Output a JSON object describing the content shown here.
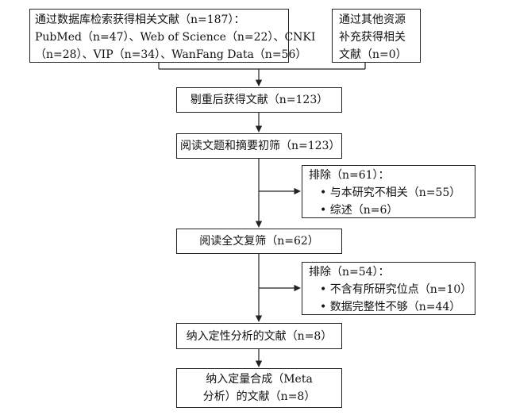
{
  "sources": {
    "database": {
      "lines": [
        "通过数据库检索获得相关文献（n=187）：",
        "PubMed（n=47）、Web of Science（n=22）、CNKI",
        "（n=28）、VIP（n=34）、WanFang Data（n=56）"
      ]
    },
    "other": {
      "lines": [
        "通过其他资源",
        "补充获得相关",
        "文献（n=0）"
      ]
    }
  },
  "steps": {
    "dedup": "剔重后获得文献（n=123）",
    "screen_title_abstract": "阅读文题和摘要初筛（n=123）",
    "full_text_review": "阅读全文复筛（n=62）",
    "qualitative": "纳入定性分析的文献（n=8）",
    "quantitative": {
      "lines": [
        "纳入定量合成（Meta",
        "分析）的文献（n=8）"
      ]
    }
  },
  "exclusions": {
    "first": {
      "heading": "排除（n=61）：",
      "items": [
        "• 与本研究不相关（n=55）",
        "• 综述（n=6）"
      ]
    },
    "second": {
      "heading": "排除（n=54）：",
      "items": [
        "• 不含有所研究位点（n=10）",
        "• 数据完整性不够（n=44）"
      ]
    }
  }
}
